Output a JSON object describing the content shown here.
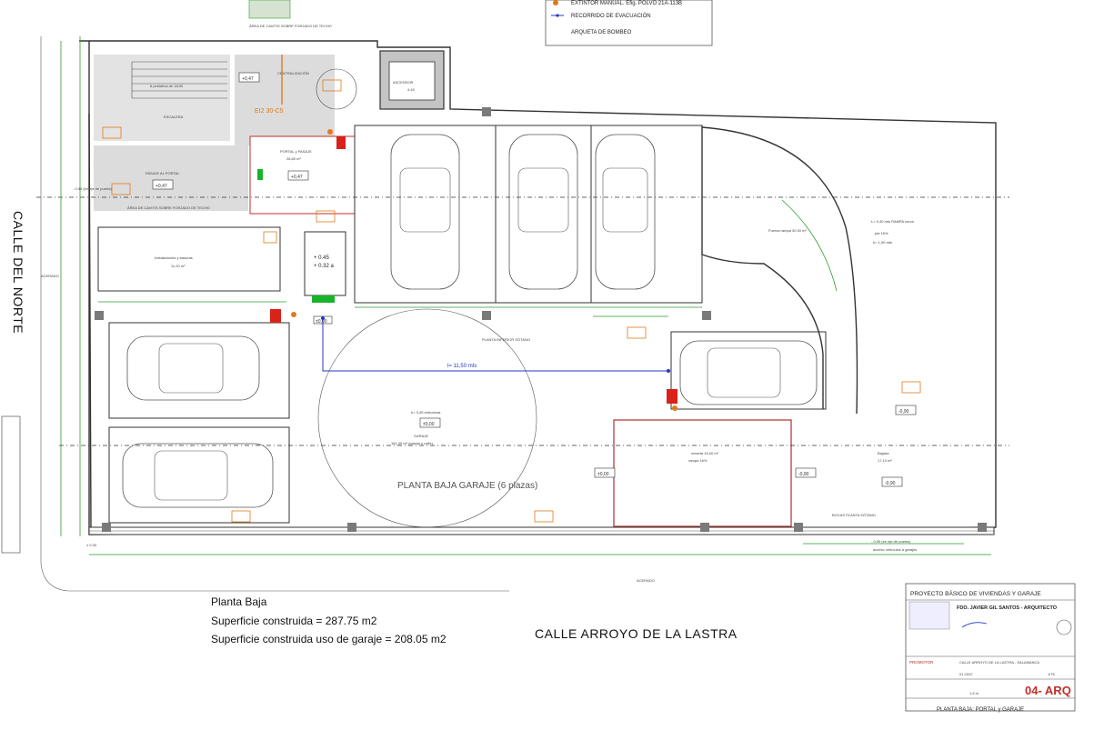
{
  "legend": {
    "items": [
      {
        "label": "EXTINTOR MANUAL. Efig. POLVO 21A-113B",
        "color": "#e07a1a"
      },
      {
        "label": "RECORRIDO DE EVACUACIÓN",
        "color": "#2436c8"
      },
      {
        "label": "ARQUETA DE BOMBEO",
        "color": "#333333"
      }
    ],
    "top_caption": "ÁREA DE CAVITIS SOBRE FORJADO DE TECHO"
  },
  "streets": {
    "left": "CALLE DEL NORTE",
    "bottom": "CALLE ARROYO DE LA LASTRA",
    "sidewalk_left": "ACERADO",
    "sidewalk_bottom": "ACERADO"
  },
  "rooms": {
    "stairs": "6 peldaños de 18,00",
    "stairs_label": "ESCALERA",
    "centralizacion": "CENTRALIZACIÓN",
    "ascensor": "ASCENSOR",
    "ascensor_area": "4.43",
    "level_047_a": "+0,47",
    "level_047_b": "+0,47",
    "level_047_c": "+0,47",
    "ei_label": "EI2 30-C5",
    "pasaje_portal": "PASAJE AL PORTAL",
    "portal_pasaje": "PORTAL y PASAJE",
    "portal_area": "28,80 m²",
    "area_cavitis": "ÁREA DE CAVITIS SOBRE FORJADO DE TECHO",
    "instalaciones": "Instalaciones y basuras",
    "instalaciones_area": "11,20 m²",
    "level_045": "+ 0.45",
    "level_032": "+ 0.32 a",
    "level_000_a": "±0,00",
    "level_000_b": "±0,00",
    "level_000_c": "±0,00",
    "level_090_a": "-0,90",
    "level_090_b": "-0,90",
    "level_090_c": "-0,90",
    "evac_length": "l= 11,50 mts",
    "estructura": "h= 3,45 estructura",
    "garaje_label": "GARAJE",
    "garaje_area": "161,40 m² (plazas y calle)",
    "planta_baja_garaje": "PLANTA BAJA GARAJE (6 plazas)",
    "rampa_label": "L= 9,40 mts RAMPA curva",
    "rampa_pend": "pte 16%",
    "rampa_h": "h= 1,50 mts",
    "rampa_area": "Fuerza rampa 30,00 m²",
    "meseta": "meseta 15,00 m²",
    "meseta_pend": "rampa 16%",
    "bajada": "Bajada",
    "bajada_area": "17,10 m²",
    "planta_inferior": "PLANTA INFERIOR SÓTANO",
    "acera_level": "± 0.00",
    "eje_puerta_a": "- 0.45 (en eje de puerta)",
    "eje_puerta_b": "- 0.90 (en eje de puerta)",
    "acceso_label": "acceso vehículos a garajes",
    "bocas_label": "BOCAS PLANTA SÓTANO"
  },
  "summary": {
    "title": "Planta Baja",
    "line1": "Superficie construida = 287.75 m2",
    "line2": "Superficie construida uso de garaje = 208.05 m2"
  },
  "title_block": {
    "project": "PROYECTO BÁSICO DE VIVIENDAS Y GARAJE",
    "architect": "FDO. JAVIER GIL SANTOS - ARQUITECTO",
    "promotor": "PROMOTOR",
    "address": "CALLE ARROYO DE LA LASTRA - SALAMANCA",
    "date": "01.2022",
    "scale": "1/75",
    "sheet": "04- ARQ",
    "subtitle": "PLANTA BAJA: PORTAL y GARAJE",
    "scale_bar": "1,5 m"
  },
  "colors": {
    "wall": "#333333",
    "dimension": "#2a9d2a",
    "evacuation": "#2436c8",
    "extinguisher": "#e07a1a",
    "alarm": "#d8221a",
    "green_sign": "#19b32a",
    "rampa_box": "#b0302a",
    "hatched_area": "#c9c9c9",
    "wall_orange": "#e07a1a"
  }
}
